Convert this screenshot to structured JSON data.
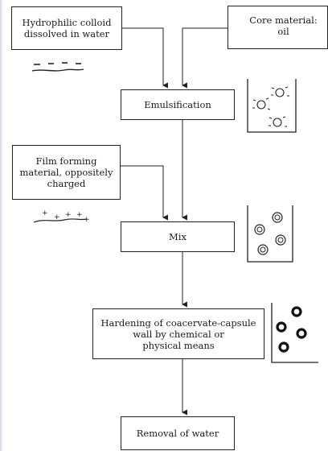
{
  "diagram": {
    "boxes": {
      "hydrophilic": "Hydrophilic colloid\ndissolved in water",
      "core": "Core material: oil",
      "emulsification": "Emulsification",
      "film": "Film forming\nmaterial, oppositely\ncharged",
      "mix": "Mix",
      "hardening": "Hardening of coacervate-capsule\nwall by chemical or\nphysical means",
      "removal": "Removal of water"
    },
    "charge_symbols": {
      "negative": "−",
      "positive": "+"
    }
  }
}
